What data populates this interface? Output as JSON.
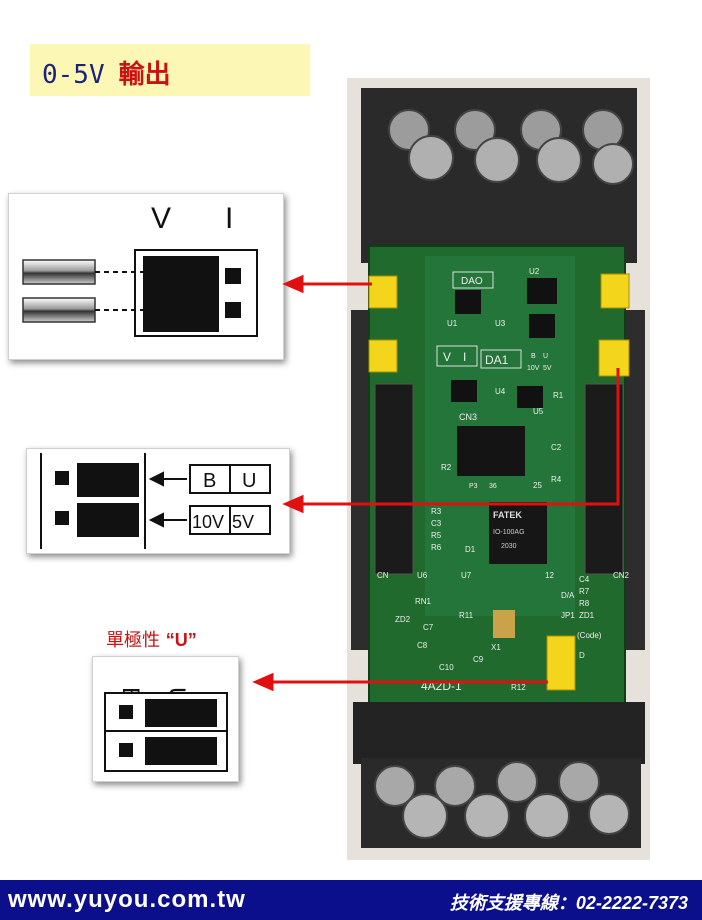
{
  "title": {
    "prefix": "0-5V",
    "accent": "輸出"
  },
  "panel_vi": {
    "label_v": "V",
    "label_i": "I"
  },
  "panel_range": {
    "row1": [
      "B",
      "U"
    ],
    "row2": [
      "10V",
      "5V"
    ]
  },
  "panel_polarity": {
    "caption_prefix": "單極性",
    "caption_value": "“U”",
    "label_b": "B",
    "label_u": "U"
  },
  "board": {
    "labels": {
      "dao": "DAO",
      "da1": "DA1",
      "u1": "U1",
      "u2": "U2",
      "u3": "U3",
      "u4": "U4",
      "u5": "U5",
      "cn3": "CN3",
      "r1": "R1",
      "r2": "R2",
      "r3": "R3",
      "r4": "R4",
      "r5": "R5",
      "r6": "R6",
      "c2": "C2",
      "c3": "C3",
      "chip_brand": "FATEK",
      "chip_model": "IO-100AG",
      "chip_code": "2030",
      "num25": "25",
      "num12": "12",
      "c4r7": "C4",
      "r7": "R7",
      "r8": "R8",
      "zd1": "ZD1",
      "da": "D/A",
      "jp1": "JP1",
      "code": "(Code)",
      "d": "D",
      "rn1": "RN1",
      "r11": "R11",
      "c7": "C7",
      "c8": "C8",
      "c9": "C9",
      "c10": "C10",
      "x1": "X1",
      "zd2": "ZD2",
      "u6": "U6",
      "u7": "U7",
      "d1": "D1",
      "model": "4A2D-1",
      "r12": "R12",
      "cn1": "CN",
      "cn2": "CN2",
      "p3": "P3",
      "p36": "36",
      "jp_v": "V",
      "jp_i": "I",
      "jp_10v": "10V",
      "jp_5v": "5V",
      "jp_b": "B",
      "jp_u": "U"
    }
  },
  "footer": {
    "url": "www.yuyou.com.tw",
    "support": "技術支援專線：02-2222-7373"
  },
  "colors": {
    "accent_red": "#cc1111",
    "title_bg": "#fdf7b5",
    "footer_bg": "#0c0f8c",
    "pcb_green": "#1f6a2c",
    "jumper_yellow": "#f3d51c"
  }
}
